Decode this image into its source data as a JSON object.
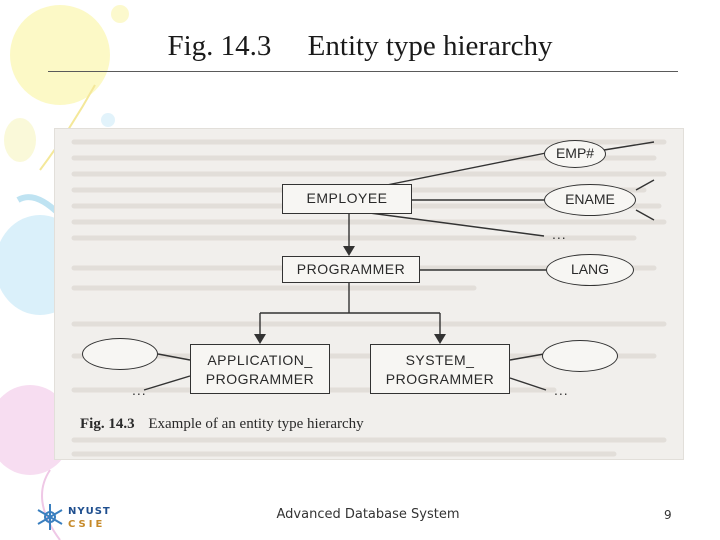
{
  "slide": {
    "title": "Fig. 14.3  Entity type hierarchy",
    "footer": "Advanced Database System",
    "page_number": "9"
  },
  "logo": {
    "line1": "NYUST",
    "line2": "CSIE"
  },
  "diagram": {
    "entities": {
      "employee": "EMPLOYEE",
      "programmer": "PROGRAMMER",
      "application_programmer": [
        "APPLICATION_",
        "PROGRAMMER"
      ],
      "system_programmer": [
        "SYSTEM_",
        "PROGRAMMER"
      ]
    },
    "attributes": {
      "emp_no": "EMP#",
      "ename": "ENAME",
      "lang": "LANG"
    },
    "ellipsis": "...",
    "caption": {
      "label": "Fig. 14.3",
      "text": "Example of an entity type hierarchy"
    }
  }
}
